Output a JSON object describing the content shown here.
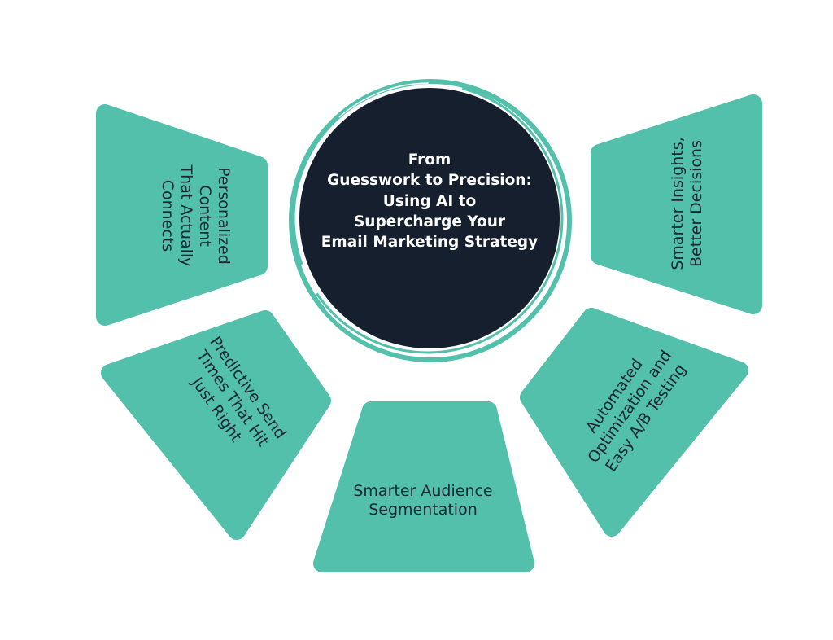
{
  "colors": {
    "petal": "#52c0aa",
    "center_fill": "#151f2e",
    "ring": "#52c0aa",
    "title_text": "#ffffff",
    "label_text": "#1b2636",
    "background": "#ffffff"
  },
  "center": {
    "title": "From\nGuesswork to Precision:\nUsing AI to\nSupercharge Your\nEmail Marketing Strategy"
  },
  "petals": [
    {
      "id": "left-top",
      "label": "Personalized\nContent\nThat Actually\nConnects"
    },
    {
      "id": "right-top",
      "label": "Smarter Insights,\nBetter Decisions"
    },
    {
      "id": "left-bottom",
      "label": "Predictive Send\nTimes That Hit\nJust Right"
    },
    {
      "id": "bottom",
      "label": "Smarter Audience\nSegmentation"
    },
    {
      "id": "right-bottom",
      "label": "Automated\nOptimization and\nEasy A/B Testing"
    }
  ]
}
